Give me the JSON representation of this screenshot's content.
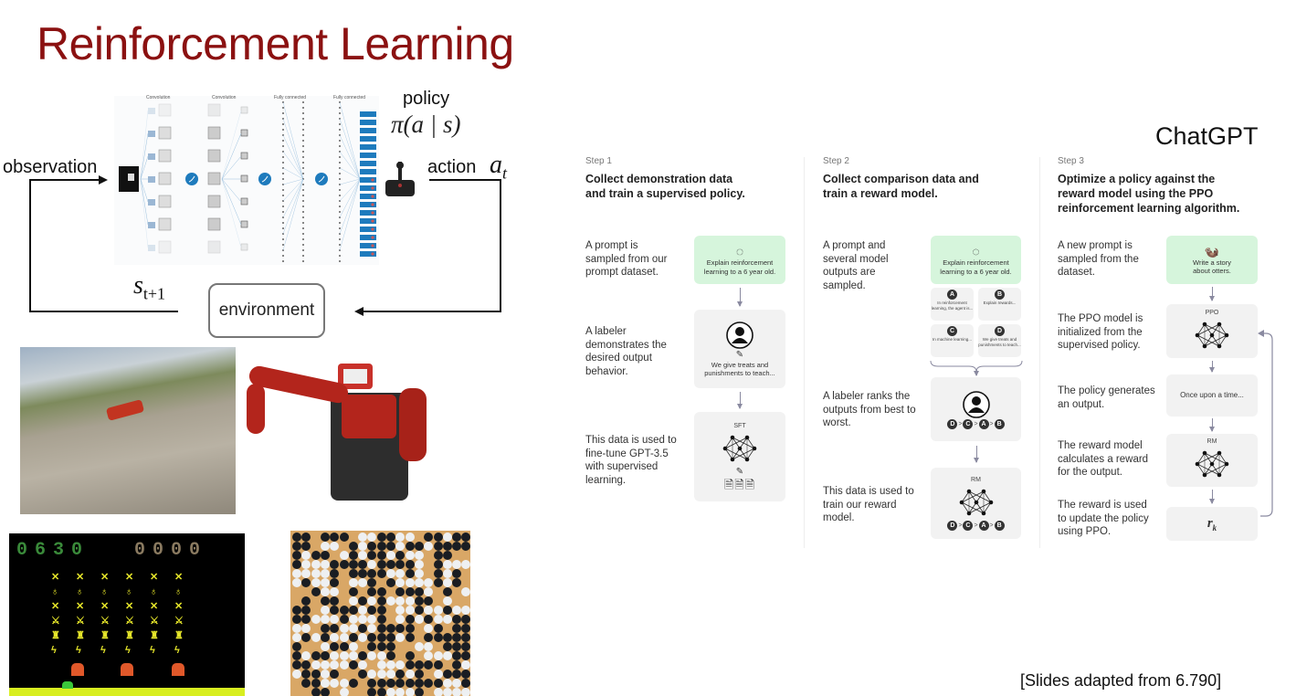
{
  "title": "Reinforcement Learning",
  "rl_diagram": {
    "observation": "observation",
    "action": "action",
    "action_symbol": "a",
    "action_sub": "t",
    "policy": "policy",
    "policy_symbol": "π(a | s)",
    "next_state": "s",
    "next_state_sub": "t+1",
    "environment": "environment",
    "layers": [
      "Convolution",
      "Convolution",
      "Fully connected",
      "Fully connected"
    ]
  },
  "game": {
    "score1": "0630",
    "score2": "0000"
  },
  "chatgpt": {
    "label": "ChatGPT",
    "steps": [
      {
        "step": "Step 1",
        "heading": "Collect demonstration data and train a supervised policy.",
        "rows": [
          "A prompt is sampled from our prompt dataset.",
          "A labeler demonstrates the desired output behavior.",
          "This data is used to fine-tune GPT-3.5 with supervised learning."
        ],
        "prompt": "Explain reinforcement learning to a 6 year old.",
        "demo": "We give treats and punishments to teach...",
        "model": "SFT"
      },
      {
        "step": "Step 2",
        "heading": "Collect comparison data and train a reward model.",
        "rows": [
          "A prompt and several model outputs are sampled.",
          "A labeler ranks the outputs from best to worst.",
          "This data is used to train our reward model."
        ],
        "prompt": "Explain reinforcement learning to a 6 year old.",
        "outputs": [
          {
            "id": "A",
            "text": "In reinforcement learning, the agent is..."
          },
          {
            "id": "B",
            "text": "Explain rewards..."
          },
          {
            "id": "C",
            "text": "In machine learning..."
          },
          {
            "id": "D",
            "text": "We give treats and punishments to teach..."
          }
        ],
        "ranking": [
          "D",
          "C",
          "A",
          "B"
        ],
        "model": "RM"
      },
      {
        "step": "Step 3",
        "heading": "Optimize a policy against the reward model using the PPO reinforcement learning algorithm.",
        "rows": [
          "A new prompt is sampled from the dataset.",
          "The PPO model is initialized from the supervised policy.",
          "The policy generates an output.",
          "The reward model calculates a reward for the output.",
          "The reward is used to update the policy using PPO."
        ],
        "prompt": "Write a story about otters.",
        "policy_model": "PPO",
        "output": "Once upon a time...",
        "reward_model": "RM",
        "reward_symbol": "r",
        "reward_sub": "k"
      }
    ]
  },
  "credit": "[Slides adapted from 6.790]"
}
